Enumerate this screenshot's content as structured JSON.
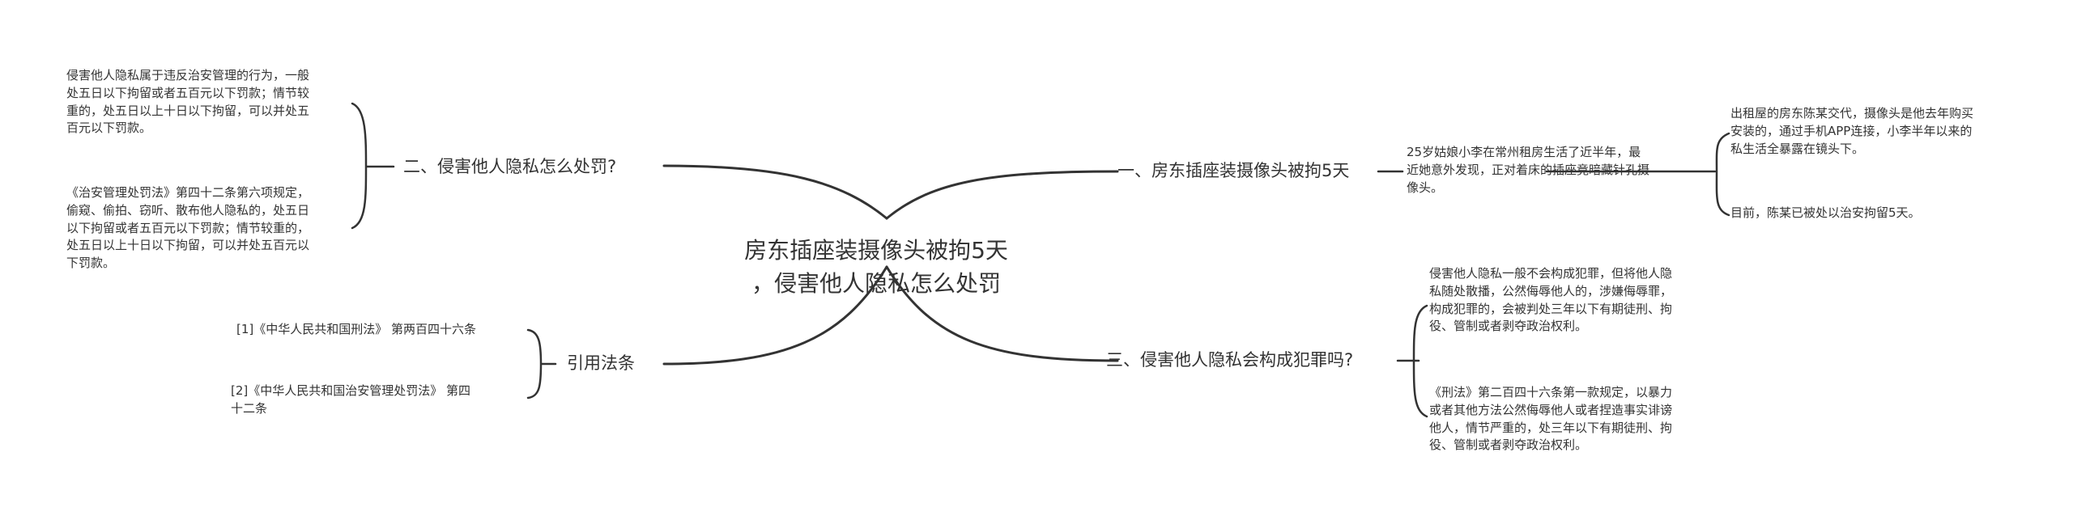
{
  "center": {
    "line1": "房东插座装摄像头被拘5天",
    "line2": "，侵害他人隐私怎么处罚"
  },
  "branches": {
    "b1": {
      "label": "一、房东插座装摄像头被拘5天",
      "summary": [
        "25岁姑娘小李在常州租房生活了近半年，最",
        "近她意外发现，正对着床的插座竟暗藏针孔摄",
        "像头。"
      ],
      "details": [
        [
          "出租屋的房东陈某交代，摄像头是他去年购买",
          "安装的，通过手机APP连接，小李半年以来的",
          "私生活全暴露在镜头下。"
        ],
        [
          "目前，陈某已被处以治安拘留5天。"
        ]
      ]
    },
    "b2": {
      "label": "二、侵害他人隐私怎么处罚?",
      "details": [
        [
          "侵害他人隐私属于违反治安管理的行为，一般",
          "处五日以下拘留或者五百元以下罚款；情节较",
          "重的，处五日以上十日以下拘留，可以并处五",
          "百元以下罚款。"
        ],
        [
          "《治安管理处罚法》第四十二条第六项规定，",
          "偷窥、偷拍、窃听、散布他人隐私的，处五日",
          "以下拘留或者五百元以下罚款；情节较重的，",
          "处五日以上十日以下拘留，可以并处五百元以",
          "下罚款。"
        ]
      ]
    },
    "b3": {
      "label": "三、侵害他人隐私会构成犯罪吗?",
      "details": [
        [
          "侵害他人隐私一般不会构成犯罪，但将他人隐",
          "私随处散播，公然侮辱他人的，涉嫌侮辱罪，",
          "构成犯罪的，会被判处三年以下有期徒刑、拘",
          "役、管制或者剥夺政治权利。"
        ],
        [
          "《刑法》第二百四十六条第一款规定，以暴力",
          "或者其他方法公然侮辱他人或者捏造事实诽谤",
          "他人，情节严重的，处三年以下有期徒刑、拘",
          "役、管制或者剥夺政治权利。"
        ]
      ]
    },
    "b4": {
      "label": "引用法条",
      "details": [
        [
          "[1]《中华人民共和国刑法》 第两百四十六条"
        ],
        [
          "[2]《中华人民共和国治安管理处罚法》 第四",
          "十二条"
        ]
      ]
    }
  },
  "colors": {
    "line": "#333333",
    "text": "#333333",
    "background": "#ffffff"
  }
}
